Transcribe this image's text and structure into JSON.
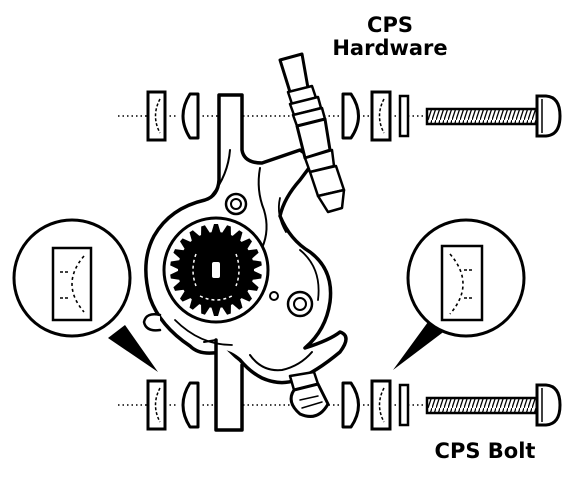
{
  "labels": {
    "hardware_line1": "CPS",
    "hardware_line2": "Hardware",
    "bolt": "CPS Bolt"
  },
  "colors": {
    "ink": "#000000",
    "paper": "#ffffff"
  }
}
